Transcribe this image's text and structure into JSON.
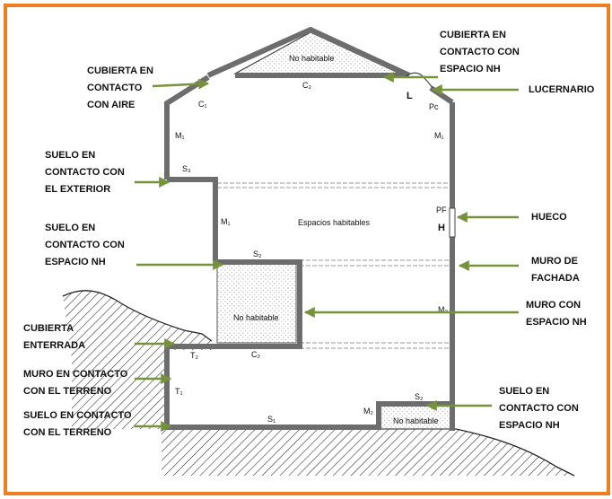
{
  "labels": {
    "cubierta_aire": "CUBIERTA EN\nCONTACTO\nCON AIRE",
    "cubierta_nh": "CUBIERTA EN\nCONTACTO CON\nESPACIO NH",
    "lucernario": "LUCERNARIO",
    "suelo_exterior": "SUELO EN\nCONTACTO CON\nEL EXTERIOR",
    "hueco": "HUECO",
    "suelo_nh_left": "SUELO EN\nCONTACTO CON\nESPACIO NH",
    "muro_fachada": "MURO DE\nFACHADA",
    "muro_nh": "MURO CON\nESPACIO NH",
    "cubierta_enterrada": "CUBIERTA\nENTERRADA",
    "muro_terreno": "MURO EN CONTACTO\nCON EL TERRENO",
    "suelo_terreno": "SUELO EN CONTACTO\nCON EL TERRENO",
    "suelo_nh_right": "SUELO EN\nCONTACTO CON\nESPACIO NH"
  },
  "captions": {
    "no_habitable_attic": "No habitable",
    "no_habitable_mid": "No habitable",
    "no_habitable_bottom": "No habitable",
    "espacios_habitables": "Espacios habitables"
  },
  "symbols": {
    "C1": "C₁",
    "C2_top": "C₂",
    "L": "L",
    "Pc": "Pc",
    "M1_left": "M₁",
    "M1_right": "M₁",
    "S3": "S₃",
    "M1_mid": "M₁",
    "PF": "PF",
    "H": "H",
    "S2_mid": "S₂",
    "M2_mid": "M₂",
    "T2": "T₂",
    "C2_low": "C₂",
    "T1": "T₁",
    "M2_low": "M₂",
    "S2_low": "S₂",
    "S1": "S₁"
  },
  "colors": {
    "frame": "#ef7d22",
    "arrow": "#76923c",
    "wall": "#6d6d6d"
  }
}
